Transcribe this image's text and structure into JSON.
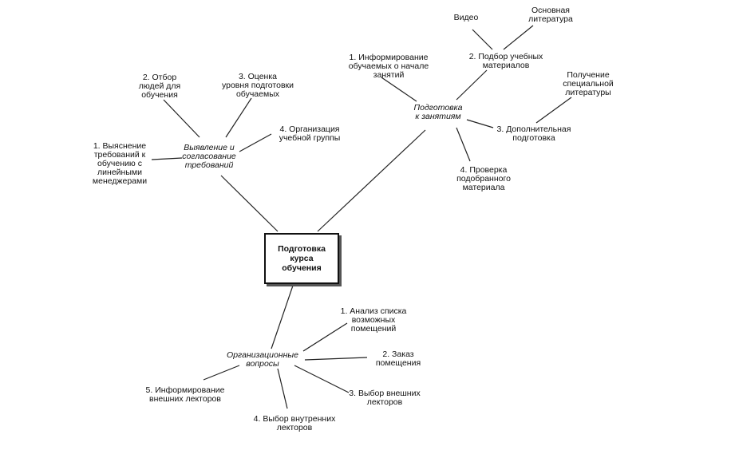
{
  "center": "Подготовка\nкурса\nобучения",
  "hubs": {
    "requirements": "Выявление и\nсогласование\nтребований",
    "preparation": "Подготовка\nк занятиям",
    "organization": "Организационные\nвопросы"
  },
  "requirements_items": {
    "i1": "1. Выяснение\nтребований к\nобучению с\nлинейными\nменеджерами",
    "i2": "2. Отбор\nлюдей для\nобучения",
    "i3": "3. Оценка\nуровня подготовки\nобучаемых",
    "i4": "4. Организация\nучебной группы"
  },
  "preparation_items": {
    "i1": "1. Информирование\nобучаемых о начале\nзанятий",
    "i2": "2. Подбор учебных\nматериалов",
    "i3": "3. Дополнительная\nподготовка",
    "i4": "4. Проверка\nподобранного\nматериала"
  },
  "materials_items": {
    "video": "Видео",
    "literature": "Основная\nлитература"
  },
  "extra_items": {
    "special_lit": "Получение\nспециальной\nлитературы"
  },
  "organization_items": {
    "i1": "1. Анализ списка\nвозможных\nпомещений",
    "i2": "2. Заказ\nпомещения",
    "i3": "3. Выбор внешних\nлекторов",
    "i4": "4. Выбор внутренних\nлекторов",
    "i5": "5. Информирование\nвнешних лекторов"
  }
}
